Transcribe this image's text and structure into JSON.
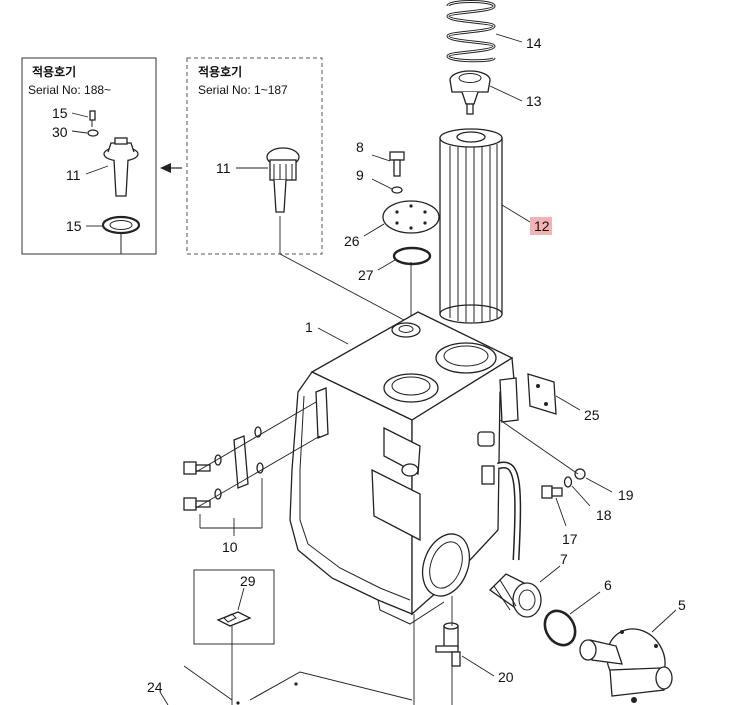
{
  "inset_boxes": {
    "new": {
      "title": "적용호기",
      "serial": "Serial No: 188~"
    },
    "old": {
      "title": "적용호기",
      "serial": "Serial No: 1~187"
    }
  },
  "callouts": {
    "c1": "1",
    "c5": "5",
    "c6": "6",
    "c7": "7",
    "c8": "8",
    "c9": "9",
    "c10": "10",
    "c11a": "11",
    "c11b": "11",
    "c12": "12",
    "c13": "13",
    "c14": "14",
    "c15a": "15",
    "c15b": "15",
    "c17": "17",
    "c18": "18",
    "c19": "19",
    "c20": "20",
    "c24": "24",
    "c25": "25",
    "c26": "26",
    "c27": "27",
    "c29": "29",
    "c30": "30"
  },
  "highlighted_callout": "12",
  "colors": {
    "highlight": "#f3b3b3",
    "line": "#222222"
  }
}
